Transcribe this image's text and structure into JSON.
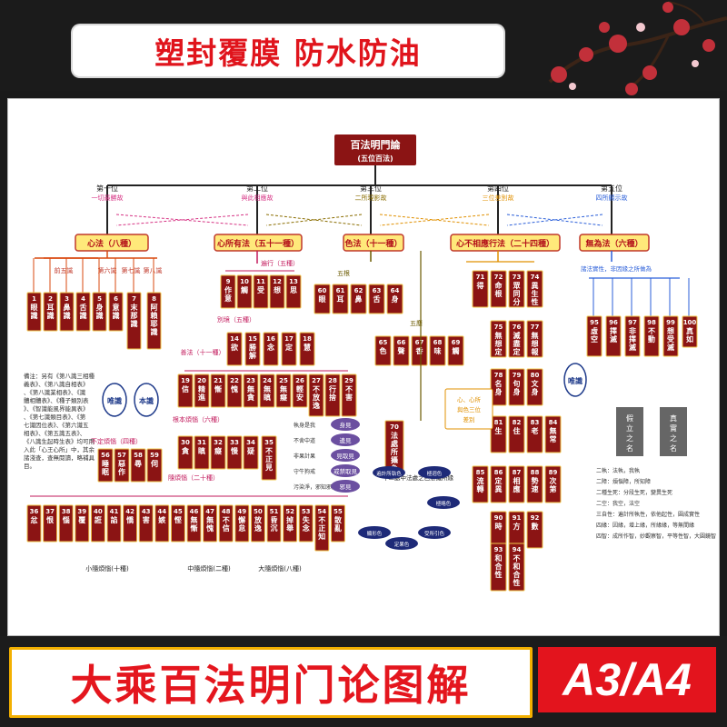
{
  "header": {
    "title": "塑封覆膜 防水防油"
  },
  "footer": {
    "title": "大乘百法明门论图解",
    "size": "A3/A4"
  },
  "root": {
    "title": "百法明門論",
    "subtitle": "(五位百法)"
  },
  "positions": [
    {
      "label": "第一位",
      "note": "一切最勝故"
    },
    {
      "label": "第二位",
      "note": "與此相應故"
    },
    {
      "label": "第三位",
      "note": "二所現影故"
    },
    {
      "label": "第四位",
      "note": "三位差別故"
    },
    {
      "label": "第五位",
      "note": "四所顯示故"
    }
  ],
  "categories": [
    {
      "name": "心法",
      "count": "（八種）"
    },
    {
      "name": "心所有法",
      "count": "（五十一種）"
    },
    {
      "name": "色法",
      "count": "（十一種）"
    },
    {
      "name": "心不相應行法",
      "count": "（二十四種）"
    },
    {
      "name": "無為法",
      "count": "（六種）"
    }
  ],
  "labels": {
    "five_consciousness": "前五識",
    "sixth": "第六識",
    "seventh": "第七識",
    "eighth": "第八識",
    "universal": "遍行（五種）",
    "specific": "別境（五種）",
    "wholesome": "善法（十一種）",
    "root_afflictions": "根本煩惱（六種）",
    "indeterminate": "不定煩惱（四種）",
    "secondary": "隨煩惱（二十種）",
    "five_roots": "五根",
    "five_objects": "五塵",
    "dharma_realm": "法處所攝色",
    "minor": "小隨煩惱(十種)",
    "middle": "中隨煩惱(二種)",
    "major": "大隨煩惱(八種)",
    "only_consciousness": "唯識",
    "self": "本識",
    "reality": "諸法實性，非因緣之所做為",
    "name_a": "假立之名",
    "name_b": "真實之名"
  },
  "c1_items": [
    "1眼識",
    "2耳識",
    "3鼻識",
    "4舌識",
    "5身識",
    "6意識",
    "7末那識",
    "8阿賴耶識"
  ],
  "c2_universal": [
    "9作意",
    "10觸",
    "11受",
    "12想",
    "13思"
  ],
  "c2_specific": [
    "14欲",
    "15勝解",
    "16念",
    "17定",
    "18慧"
  ],
  "c2_good": [
    "19信",
    "20精進",
    "21慚",
    "22愧",
    "23無貪",
    "24無瞋",
    "25無癡",
    "26輕安",
    "27不放逸",
    "28行捨",
    "29不害"
  ],
  "c2_root": [
    "30貪",
    "31瞋",
    "32癡",
    "33慢",
    "34疑",
    "35不正見"
  ],
  "c2_indet": [
    "56睡眠",
    "57惡作",
    "58尋",
    "59伺"
  ],
  "c2_secondary": [
    "36忿",
    "37恨",
    "38惱",
    "39覆",
    "40誑",
    "41諂",
    "42憍",
    "43害",
    "44嫉",
    "45慳",
    "46無慚",
    "47無愧",
    "48不信",
    "49懈怠",
    "50放逸",
    "51昏沉",
    "52掉舉",
    "53失念",
    "54不正知",
    "55散亂"
  ],
  "c3_roots": [
    "60眼",
    "61耳",
    "62鼻",
    "63舌",
    "64身"
  ],
  "c3_objects": [
    "65色",
    "66聲",
    "67香",
    "68味",
    "69觸"
  ],
  "c4_items": [
    "71得",
    "72命根",
    "73眾同分",
    "74異生性",
    "75無想定",
    "76滅盡定",
    "77無想報",
    "78名身",
    "79句身",
    "80文身",
    "81生",
    "82住",
    "83老",
    "84無常",
    "85流轉",
    "86定異",
    "87相應",
    "88勢速",
    "89次第",
    "90時",
    "91方",
    "92數",
    "93和合性",
    "94不和合性"
  ],
  "c5_items": [
    "95虛空",
    "96擇滅",
    "97非擇滅",
    "98不動",
    "99想受滅",
    "100真如"
  ],
  "views": [
    "身見",
    "邊見",
    "見取見",
    "戒禁取見",
    "邪見"
  ],
  "view_notes": [
    "執身是我",
    "不舍中道",
    "非果計果",
    "守牛狗戒",
    "污染淨，邪知邪見"
  ],
  "gen_colors": [
    "顯形色",
    "定果色",
    "受所引色",
    "極略色",
    "極迥色",
    "遍計所執色"
  ],
  "gen_center": "十二處中法處之色意識所緣",
  "notes_left": "備注：另有《第八識三相種義表》、《第八識自相表》、《第八識業相表》、《識體相體表》、《種子類別表》、《智識能風界能異表》、《第七識類目表》、《第七識因位表》、《第六識五相表》、《第五識五表》、《八識生起時生表》均可用入此「心王心所」中，其余諸淺查，查無閱讀，略補具目。",
  "notes_right": [
    "二執：法執，我執",
    "二障：煩惱障，所知障",
    "二種生死：分段生死，變異生死",
    "二空：我空，法空",
    "三自性：遍計所執性，依他起性，圓成實性",
    "四緣：因緣，增上緣，所緣緣，等無間緣",
    "四智：成所作智，妙觀察智，平等性智，大圓鏡智"
  ]
}
